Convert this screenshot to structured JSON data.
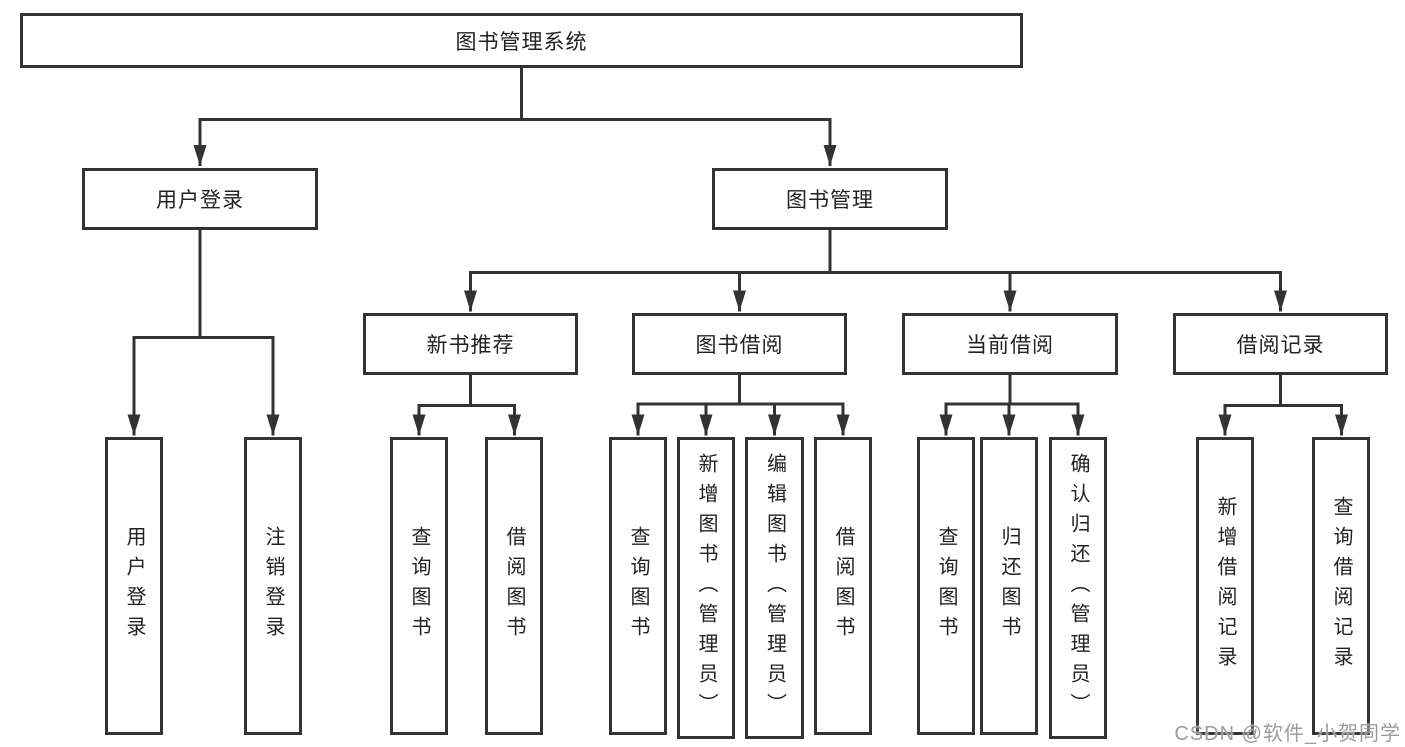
{
  "diagram": {
    "root": {
      "label": "图书管理系统"
    },
    "branches": [
      {
        "label": "用户登录",
        "children": [
          {
            "label": "用户登录"
          },
          {
            "label": "注销登录"
          }
        ]
      },
      {
        "label": "图书管理",
        "children": [
          {
            "label": "新书推荐",
            "children": [
              {
                "label": "查询图书"
              },
              {
                "label": "借阅图书"
              }
            ]
          },
          {
            "label": "图书借阅",
            "children": [
              {
                "label": "查询图书"
              },
              {
                "label": "新增图书（管理员）"
              },
              {
                "label": "编辑图书（管理员）"
              },
              {
                "label": "借阅图书"
              }
            ]
          },
          {
            "label": "当前借阅",
            "children": [
              {
                "label": "查询图书"
              },
              {
                "label": "归还图书"
              },
              {
                "label": "确认归还（管理员）"
              }
            ]
          },
          {
            "label": "借阅记录",
            "children": [
              {
                "label": "新增借阅记录"
              },
              {
                "label": "查询借阅记录"
              }
            ]
          }
        ]
      }
    ]
  },
  "watermark": {
    "text": "CSDN @软件_小贺同学"
  },
  "colors": {
    "line": "#333333",
    "box_border": "#333333",
    "text": "#222222",
    "watermark": "#9c9c9c",
    "background": "#ffffff"
  }
}
